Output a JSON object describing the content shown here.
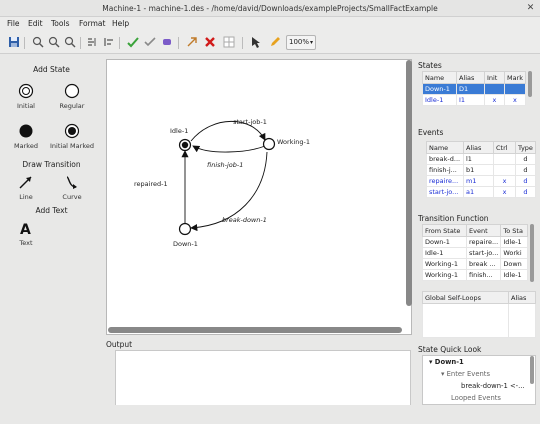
{
  "window": {
    "title": "Machine-1 - machine-1.des - /home/david/Downloads/exampleProjects/SmallFactExample"
  },
  "menu": [
    "File",
    "Edit",
    "Tools",
    "Format",
    "Help"
  ],
  "toolbar": {
    "zoom": "100%"
  },
  "left_panel": {
    "add_state_title": "Add State",
    "states": [
      {
        "label": "Initial",
        "icon": "initial-state-icon"
      },
      {
        "label": "Regular",
        "icon": "regular-state-icon"
      },
      {
        "label": "Marked",
        "icon": "marked-state-icon"
      },
      {
        "label": "Initial Marked",
        "icon": "initial-marked-state-icon"
      }
    ],
    "draw_transition_title": "Draw Transition",
    "transitions": [
      {
        "label": "Line",
        "icon": "line-icon"
      },
      {
        "label": "Curve",
        "icon": "curve-icon"
      }
    ],
    "add_text_title": "Add Text",
    "text_tool": {
      "label": "Text",
      "icon": "text-icon"
    }
  },
  "canvas": {
    "states": [
      "Idle-1",
      "Working-1",
      "Down-1"
    ],
    "edges": [
      "start-job-1",
      "finish-job-1",
      "repaired-1",
      "break-down-1"
    ]
  },
  "output": {
    "label": "Output"
  },
  "states_panel": {
    "title": "States",
    "columns": [
      "Name",
      "Alias",
      "Init",
      "Mark"
    ],
    "rows": [
      {
        "name": "Down-1",
        "alias": "D1",
        "init": "",
        "mark": "",
        "style": "sel"
      },
      {
        "name": "Idle-1",
        "alias": "I1",
        "init": "x",
        "mark": "x",
        "style": "blue"
      }
    ]
  },
  "events_panel": {
    "title": "Events",
    "columns": [
      "Name",
      "Alias",
      "Ctrl",
      "Type"
    ],
    "rows": [
      {
        "name": "break-d...",
        "alias": "l1",
        "ctrl": "",
        "type": "d",
        "style": ""
      },
      {
        "name": "finish-j...",
        "alias": "b1",
        "ctrl": "",
        "type": "d",
        "style": ""
      },
      {
        "name": "repaire...",
        "alias": "m1",
        "ctrl": "x",
        "type": "d",
        "style": "blue"
      },
      {
        "name": "start-jo...",
        "alias": "a1",
        "ctrl": "x",
        "type": "d",
        "style": "blue"
      }
    ]
  },
  "transition_panel": {
    "title": "Transition Function",
    "columns": [
      "From State",
      "Event",
      "To Sta"
    ],
    "rows": [
      {
        "from": "Down-1",
        "event": "repaire...",
        "to": "Idle-1"
      },
      {
        "from": "Idle-1",
        "event": "start-jo...",
        "to": "Worki"
      },
      {
        "from": "Working-1",
        "event": "break ...",
        "to": "Down"
      },
      {
        "from": "Working-1",
        "event": "finish...",
        "to": "Idle-1"
      }
    ]
  },
  "selfloop_panel": {
    "columns": [
      "Global Self-Loops",
      "Alias"
    ]
  },
  "quick_look": {
    "title": "State Quick Look",
    "state": "Down-1",
    "enter_label": "Enter Events",
    "enter_event": "break-down-1 <-...",
    "looped_label": "Looped Events"
  },
  "colors": {
    "selection": "#3a7bd5",
    "blue_text": "#1c2fd6",
    "delete_red": "#d11a1a",
    "check_green": "#3aa33a"
  }
}
